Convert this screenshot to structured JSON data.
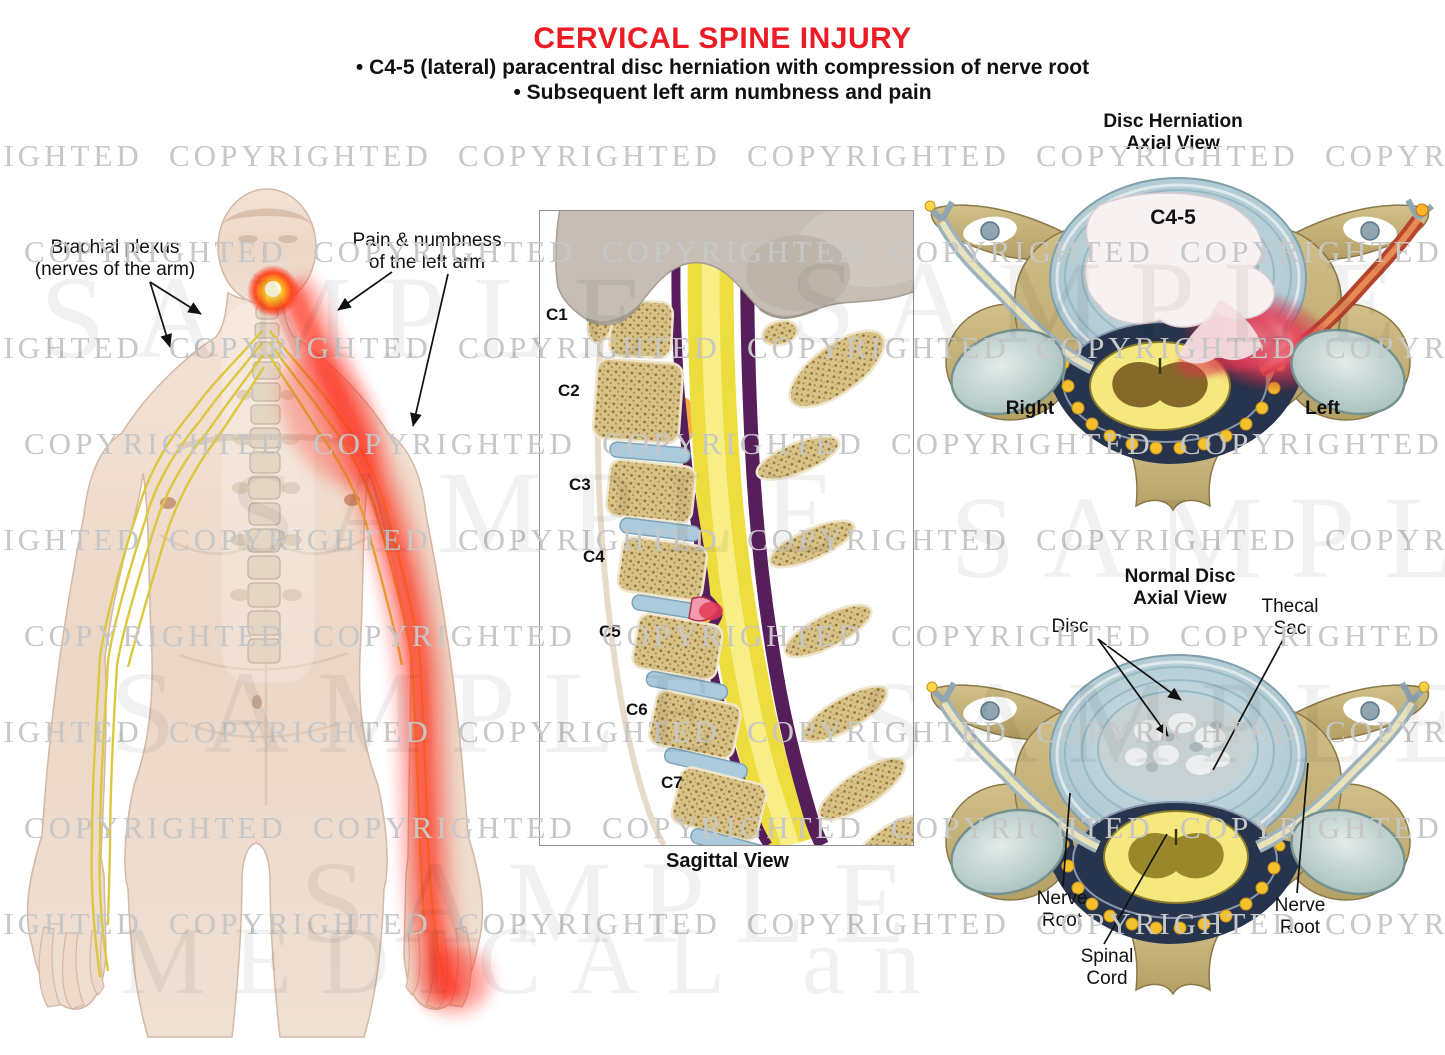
{
  "header": {
    "title": "CERVICAL SPINE INJURY",
    "bullets": [
      "• C4-5 (lateral) paracentral disc herniation with compression of nerve root",
      "• Subsequent left arm numbness and pain"
    ],
    "title_color": "#ed1c24"
  },
  "anterior_figure": {
    "brachial_plexus_label": "Brachial plexus\n(nerves of the arm)",
    "pain_label": "Pain & numbness\nof the left arm"
  },
  "sagittal_view": {
    "vertebrae": [
      "C1",
      "C2",
      "C3",
      "C4",
      "C5",
      "C6",
      "C7"
    ],
    "caption": "Sagittal View"
  },
  "herniation_axial_view": {
    "title": "Disc Herniation\nAxial View",
    "disc_level_label": "C4-5",
    "right_label": "Right",
    "left_label": "Left"
  },
  "normal_axial_view": {
    "title": "Normal Disc\nAxial View",
    "disc_label": "Disc",
    "thecal_sac_label": "Thecal\nSac",
    "nerve_root_left_label": "Nerve\nRoot",
    "spinal_cord_label": "Spinal\nCord",
    "nerve_root_right_label": "Nerve\nRoot"
  },
  "watermark": {
    "copyright_text": "COPYRIGHTED",
    "sample_text": "SAMPLE",
    "bottom_text": "MEDICAL an"
  },
  "colors": {
    "title_red": "#ed1c24",
    "watermark_gray": "#c7c7c7",
    "pain_red": "#ff2417",
    "nerve_yellow": "#dcc83e",
    "bone_tan": "#d7c287",
    "disc_blue": "#aecbd8",
    "cord_yellow": "#eedd3f",
    "dura_purple": "#571e5c",
    "thecal_navy": "#26344e"
  }
}
